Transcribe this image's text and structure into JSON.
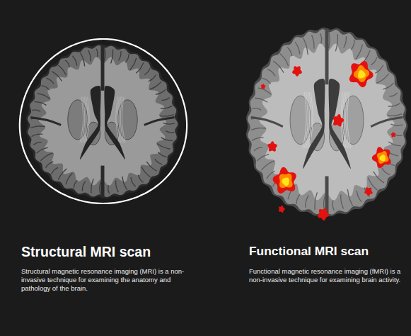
{
  "diagram": {
    "labels": [
      "Structural MRI scan",
      "Structural magnetic resonance imaging (MRI) is a non-invasive technique for examining the anatomy and pathology of the brain.",
      "Functional MRI scan",
      "Functional magnetic resonance imaging (fMRI) is a non-invasive technique for examining brain activity."
    ]
  }
}
